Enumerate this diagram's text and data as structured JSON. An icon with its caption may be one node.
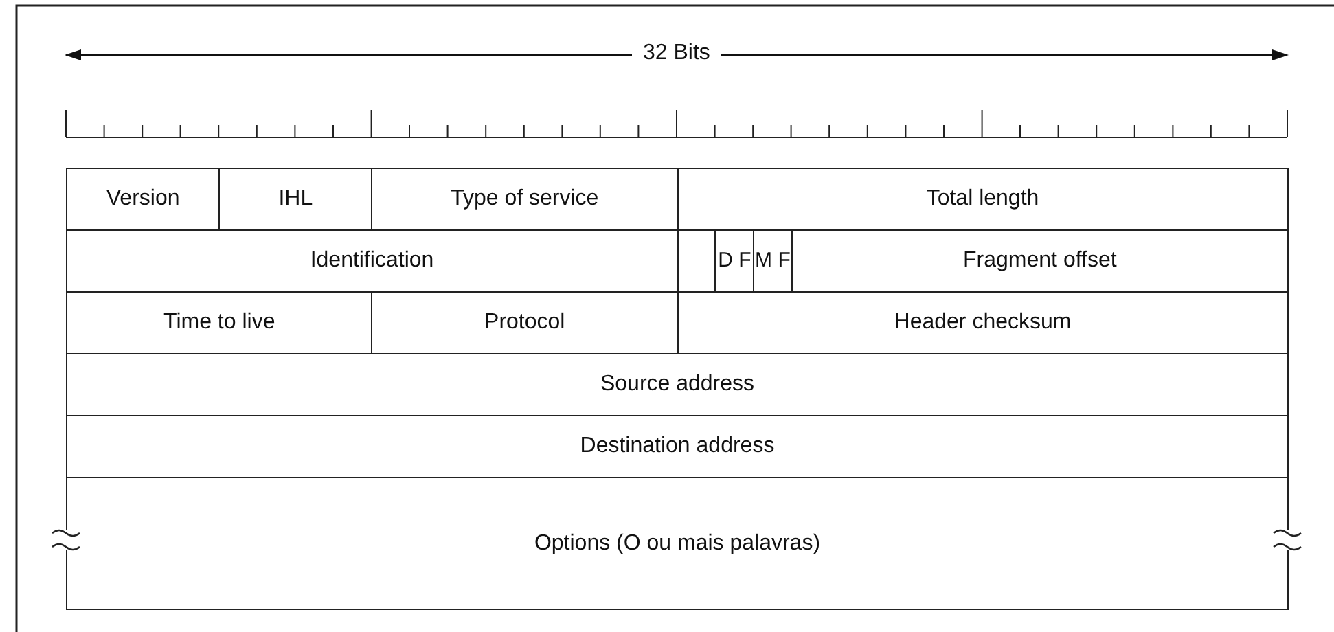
{
  "diagram": {
    "labels": [
      "32 Bits",
      "Version",
      "IHL",
      "Type of service",
      "Total length",
      "Identification",
      "D F",
      "M F",
      "Fragment offset",
      "Time to live",
      "Protocol",
      "Header checksum",
      "Source address",
      "Destination address",
      "Options (O ou mais palavras)"
    ]
  }
}
